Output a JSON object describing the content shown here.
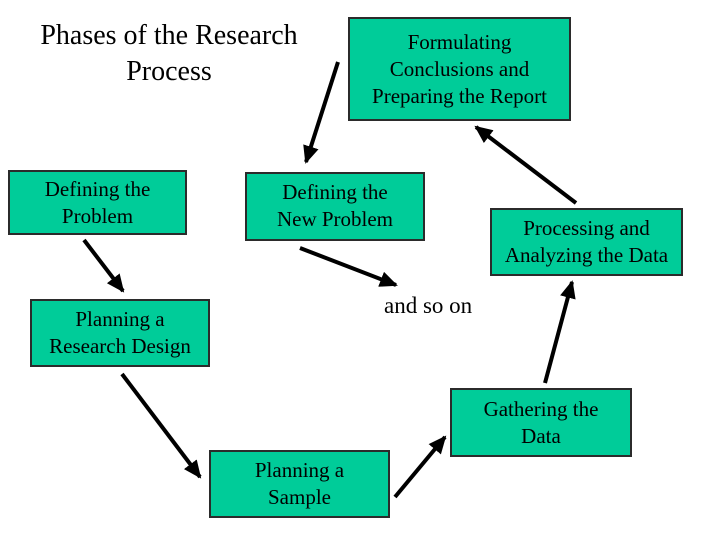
{
  "colors": {
    "box_fill": "#00cc99",
    "box_border": "#2b2b2b",
    "arrow": "#000000",
    "background": "#ffffff"
  },
  "title": "Phases of the Research\nProcess",
  "boxes": {
    "defining_problem": "Defining the\nProblem",
    "planning_design": "Planning a\nResearch Design",
    "planning_sample": "Planning a\nSample",
    "gathering_data": "Gathering the\nData",
    "processing_data": "Processing and\nAnalyzing the Data",
    "conclusions": "Formulating\nConclusions and\nPreparing the Report",
    "new_problem": "Defining the\nNew Problem"
  },
  "continuation_text": "and so on"
}
